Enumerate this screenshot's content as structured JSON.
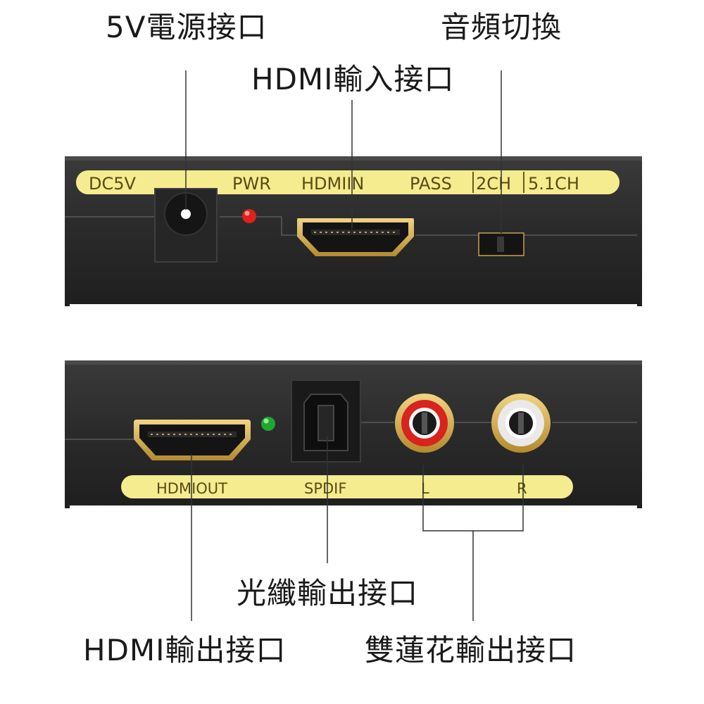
{
  "callouts": {
    "power_port": "5V電源接口",
    "audio_switch": "音頻切換",
    "hdmi_input": "HDMI輸入接口",
    "optical_output": "光纖輸出接口",
    "hdmi_output": "HDMI輸出接口",
    "rca_output": "雙蓮花輸出接口"
  },
  "top_panel": {
    "labels": {
      "dc": "DC5V",
      "pwr": "PWR",
      "hdmi_in": "HDMIIN",
      "pass": "PASS",
      "ch2": "2CH",
      "ch51": "5.1CH"
    }
  },
  "bottom_panel": {
    "labels": {
      "hdmi_out": "HDMIOUT",
      "spdif": "SPDIF",
      "left": "L",
      "right": "R"
    }
  },
  "colors": {
    "panel": "#2a2a2a",
    "label_strip": "#f4ec8e",
    "gold": "#c9a24a",
    "led_power": "#e0201a",
    "led_status": "#1fa82e",
    "rca_left": "#d8241c",
    "rca_right": "#e9e9e9"
  }
}
